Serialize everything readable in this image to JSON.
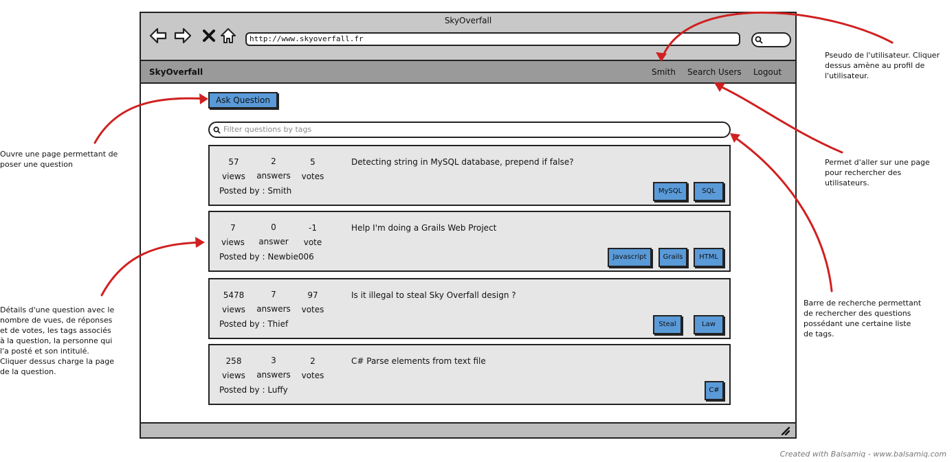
{
  "window": {
    "title": "SkyOverfall"
  },
  "browser": {
    "url": "http://www.skyoverfall.fr",
    "icons": [
      "back-icon",
      "forward-icon",
      "close-icon",
      "home-icon",
      "search-icon"
    ]
  },
  "navbar": {
    "brand": "SkyOverfall",
    "user": "Smith",
    "search_users": "Search Users",
    "logout": "Logout"
  },
  "main": {
    "ask_button": "Ask Question",
    "filter_placeholder": "Filter questions by tags",
    "questions": [
      {
        "views": "57",
        "views_label": "views",
        "answers": "2",
        "answers_label": "answers",
        "votes": "5",
        "votes_label": "votes",
        "title": "Detecting string in MySQL database, prepend if false?",
        "posted_by": "Posted by : Smith",
        "tags": [
          "MySQL",
          "SQL"
        ]
      },
      {
        "views": "7",
        "views_label": "views",
        "answers": "0",
        "answers_label": "answer",
        "votes": "-1",
        "votes_label": "vote",
        "title": "Help I'm doing a Grails Web Project",
        "posted_by": "Posted by : Newbie006",
        "tags": [
          "Javascript",
          "Grails",
          "HTML"
        ]
      },
      {
        "views": "5478",
        "views_label": "views",
        "answers": "7",
        "answers_label": "answers",
        "votes": "97",
        "votes_label": "votes",
        "title": "Is it illegal to steal Sky Overfall design ?",
        "posted_by": "Posted by : Thief",
        "tags": [
          "Steal",
          "Law"
        ]
      },
      {
        "views": "258",
        "views_label": "views",
        "answers": "3",
        "answers_label": "answers",
        "votes": "2",
        "votes_label": "votes",
        "title": "C# Parse elements from text file",
        "posted_by": "Posted by : Luffy",
        "tags": [
          "C#"
        ]
      }
    ]
  },
  "annotations": {
    "ask": "Ouvre une page permettant de\nposer une question",
    "details": "Détails d'une question avec le\nnombre de vues, de réponses\net de votes, les tags associés\nà la question, la personne qui\nl'a posté et son intitulé.\nCliquer dessus charge la page\nde la question.",
    "user": "Pseudo de l'utilisateur. Cliquer\ndessus amène au profil de\nl'utilisateur.",
    "search_users": "Permet d'aller sur une page\npour rechercher des\nutilisateurs.",
    "filter": "Barre de recherche permettant\nde rechercher des questions\npossédant une certaine liste\nde tags."
  },
  "footer": {
    "credit": "Created with Balsamiq - www.balsamiq.com"
  },
  "colors": {
    "accent_blue": "#5a9ad8",
    "arrow_red": "#d02020",
    "chrome_gray": "#c8c8c8",
    "navbar_gray": "#9a9a9a",
    "card_gray": "#e6e6e6"
  }
}
